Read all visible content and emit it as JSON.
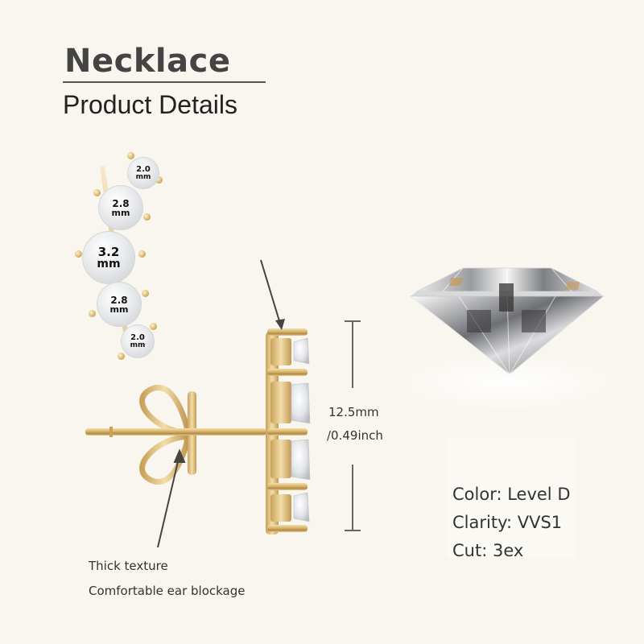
{
  "header": {
    "title": "Necklace",
    "subtitle": "Product Details"
  },
  "stones": [
    {
      "size": "2.0",
      "unit": "mm"
    },
    {
      "size": "2.8",
      "unit": "mm"
    },
    {
      "size": "3.2",
      "unit": "mm"
    },
    {
      "size": "2.8",
      "unit": "mm"
    },
    {
      "size": "2.0",
      "unit": "mm"
    }
  ],
  "dimension": {
    "mm": "12.5mm",
    "inch": "/0.49inch"
  },
  "specs": {
    "color": "Color: Level D",
    "clarity": "Clarity: VVS1",
    "cut": "Cut: 3ex"
  },
  "notes": {
    "line1": "Thick texture",
    "line2": "Comfortable ear blockage"
  },
  "colors": {
    "background": "#f9f6ef",
    "gold": "#d8b66e",
    "text": "#333333"
  }
}
